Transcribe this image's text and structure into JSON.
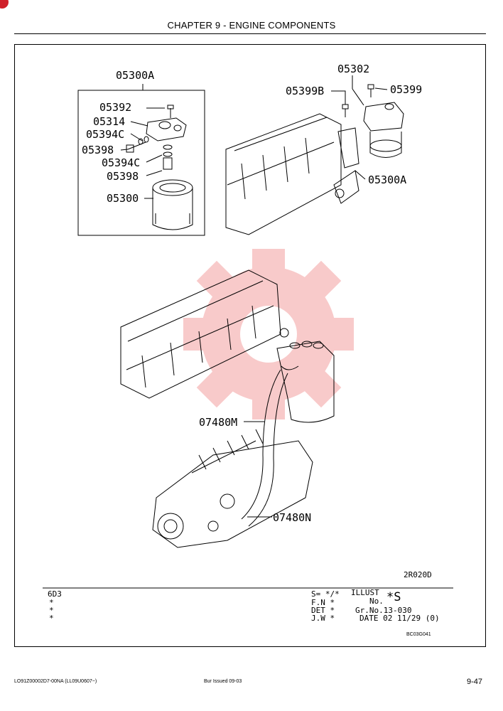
{
  "header": {
    "chapter_title": "CHAPTER 9 - ENGINE COMPONENTS"
  },
  "callouts": {
    "inset_assembly": "05300A",
    "top_assembly": "05302",
    "p_05392": "05392",
    "p_05314": "05314",
    "p_05394c_a": "05394C",
    "p_05398_a": "05398",
    "p_05394c_b": "05394C",
    "p_05398_b": "05398",
    "p_05300": "05300",
    "p_05399b": "05399B",
    "p_05399": "05399",
    "p_05300a_right": "05300A",
    "p_07480m": "07480M",
    "p_07480n": "07480N"
  },
  "illustration_code": "2R020D",
  "info_block": {
    "model": "6D3",
    "marks": [
      "*",
      "*",
      "*"
    ],
    "s_line": "S= */*",
    "illust_label": "ILLUST",
    "fn_line": "F.N *",
    "no_label": "No.",
    "star_s": "*S",
    "det_line": "DET *",
    "gr_no": "Gr.No.13-030",
    "jw_line": "J.W *",
    "date": "DATE 02 11/29  (0)",
    "ref_code": "BC03G041"
  },
  "footer": {
    "doc_code": "LO91Z00002D7-00NA  (LL09U0607~)",
    "issue": "Bur   Issued 09-03",
    "page_number": "9-47"
  },
  "colors": {
    "watermark": "#f4a0a0",
    "badge": "#d0202a"
  }
}
